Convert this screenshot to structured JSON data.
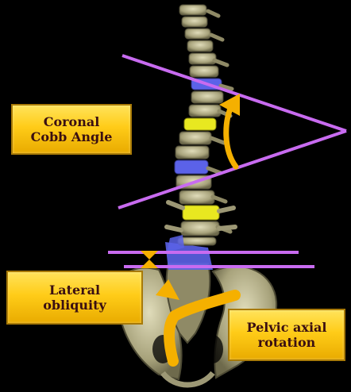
{
  "labels": {
    "cobb_line1": "Coronal",
    "cobb_line2": "Cobb Angle",
    "obliquity_line1": "Lateral",
    "obliquity_line2": "obliquity",
    "pelvic_line1": "Pelvic axial",
    "pelvic_line2": "rotation"
  },
  "colors": {
    "reference_lines": "#c86bf0",
    "arrows": "#f5b000",
    "label_fill": "#ffcc18",
    "label_text": "#3a0f12",
    "highlight_blue": "#5b62e8",
    "highlight_yellow": "#e8e820",
    "bone": "#bdb894"
  }
}
